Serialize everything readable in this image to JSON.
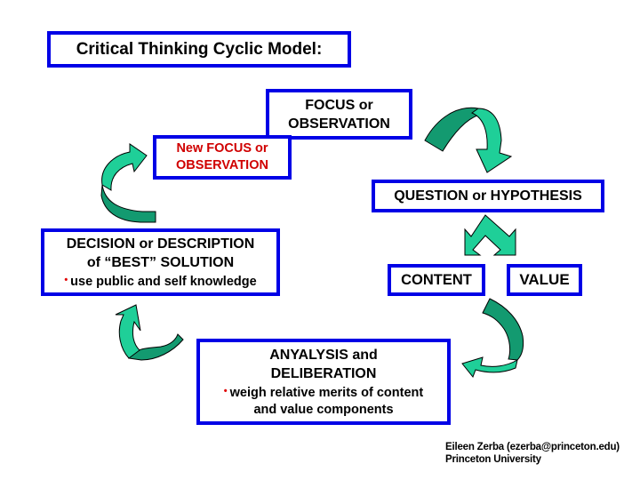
{
  "title": "Critical Thinking Cyclic Model:",
  "nodes": {
    "focus": {
      "line1": "FOCUS or",
      "line2": "OBSERVATION"
    },
    "new_focus": {
      "line1": "New FOCUS or",
      "line2": "OBSERVATION",
      "color": "#d00000"
    },
    "question": {
      "label": "QUESTION or HYPOTHESIS"
    },
    "content": {
      "label": "CONTENT"
    },
    "value": {
      "label": "VALUE"
    },
    "decision": {
      "line1": "DECISION or DESCRIPTION",
      "line2": "of “BEST” SOLUTION",
      "bullet": "use public and self knowledge"
    },
    "analysis": {
      "line1": "ANYALYSIS and",
      "line2": "DELIBERATION",
      "bullet": "weigh relative merits of content",
      "bullet_cont": "and value components"
    }
  },
  "bullet_glyph": "•",
  "credit": {
    "line1": "Eileen Zerba (ezerba@princeton.edu)",
    "line2": "Princeton University"
  },
  "colors": {
    "box_border": "#0000e6",
    "arrow_light": "#1fcf98",
    "arrow_dark": "#139a70",
    "bullet": "#e00000"
  },
  "flow": [
    "FOCUS or OBSERVATION",
    "QUESTION or HYPOTHESIS",
    "CONTENT / VALUE",
    "ANYALYSIS and DELIBERATION",
    "DECISION or DESCRIPTION of BEST SOLUTION",
    "New FOCUS or OBSERVATION"
  ]
}
